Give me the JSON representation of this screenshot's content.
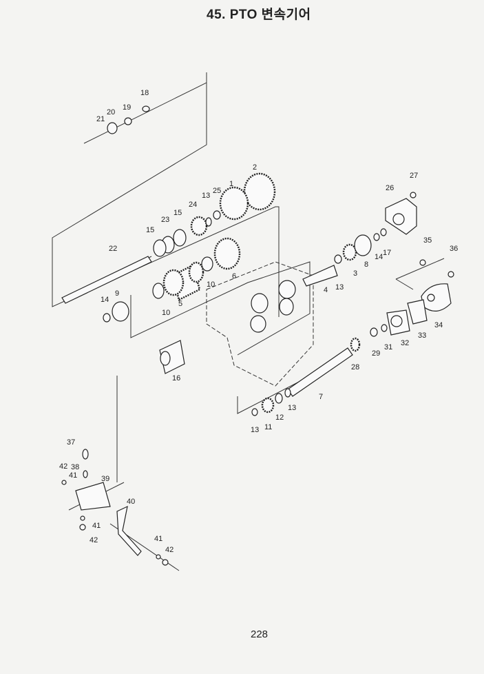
{
  "title": "45. PTO 변속기어",
  "page_number": "228",
  "callouts": [
    "21",
    "20",
    "19",
    "18",
    "2",
    "1",
    "25",
    "13",
    "24",
    "15",
    "23",
    "15",
    "22",
    "6",
    "10",
    "5",
    "10",
    "14",
    "9",
    "16",
    "27",
    "26",
    "35",
    "36",
    "17",
    "14",
    "8",
    "3",
    "13",
    "4",
    "34",
    "33",
    "32",
    "31",
    "29",
    "28",
    "7",
    "13",
    "12",
    "11",
    "13",
    "37",
    "42",
    "41",
    "38",
    "39",
    "40",
    "41",
    "42",
    "41",
    "42"
  ]
}
